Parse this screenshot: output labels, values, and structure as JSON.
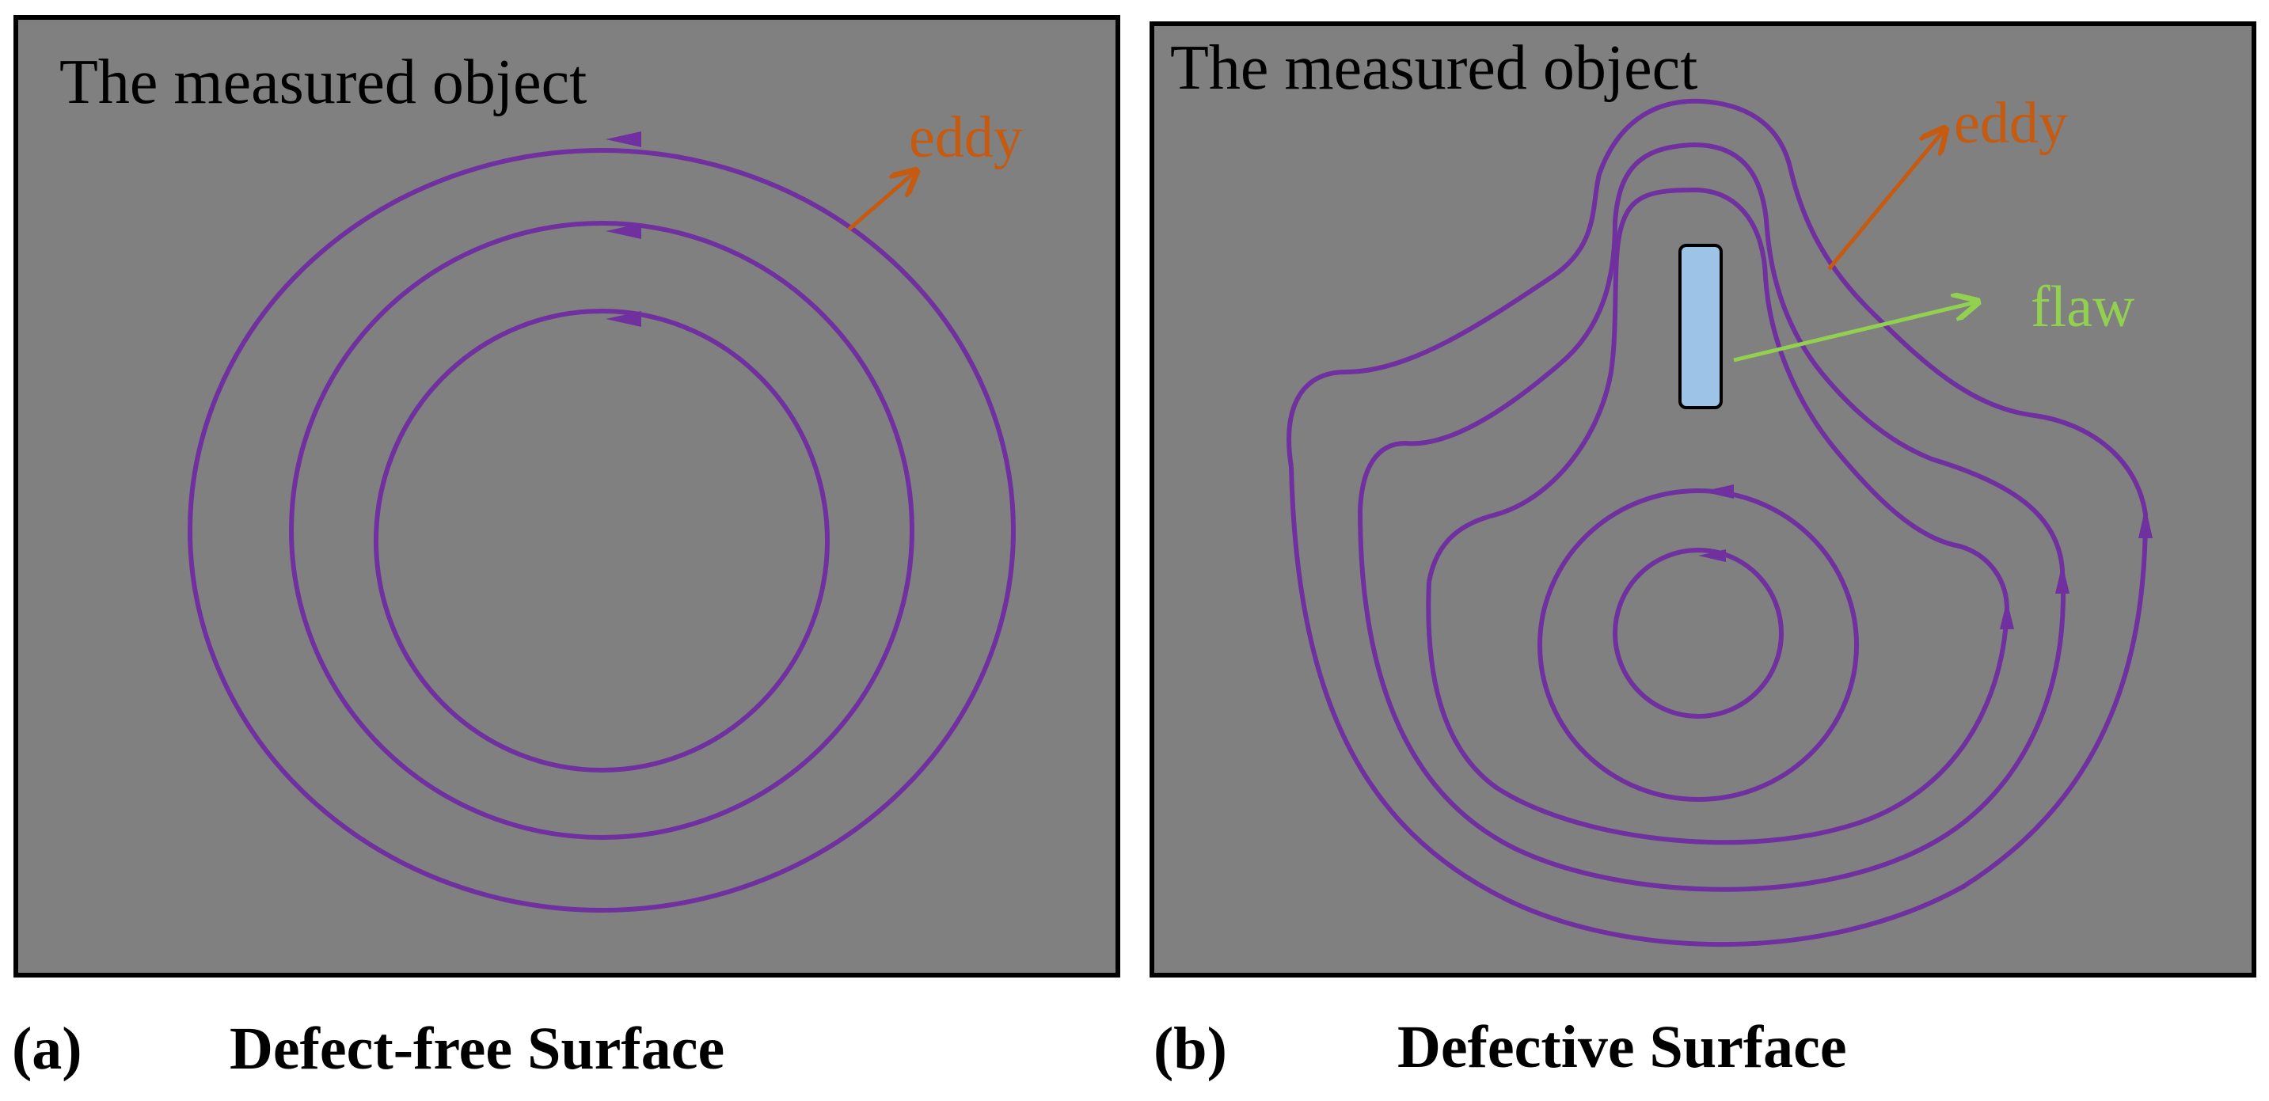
{
  "colors": {
    "background": "#808080",
    "border": "#000000",
    "eddy_line": "#7030a0",
    "eddy_label": "#c55a11",
    "flaw_label": "#92d050",
    "flaw_fill": "#9dc3e6",
    "caption": "#000000"
  },
  "panel_a": {
    "object_label": "The measured object",
    "eddy_label": "eddy",
    "tag": "(a)",
    "caption": "Defect-free Surface"
  },
  "panel_b": {
    "object_label": "The measured object",
    "eddy_label": "eddy",
    "flaw_label": "flaw",
    "tag": "(b)",
    "caption": "Defective Surface"
  }
}
